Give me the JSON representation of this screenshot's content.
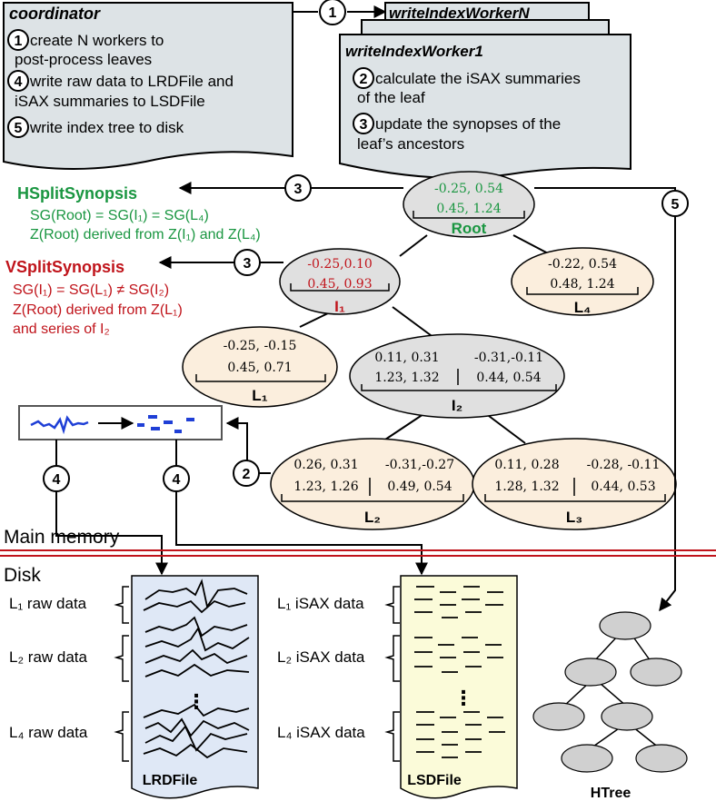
{
  "coordinator": {
    "title": "coordinator",
    "steps": [
      {
        "num": "1",
        "line1": "create N workers to",
        "line2": "post-process leaves"
      },
      {
        "num": "4",
        "line1": "write raw data to LRDFile and",
        "line2": "iSAX summaries to LSDFile"
      },
      {
        "num": "5",
        "line1": "write index tree to disk",
        "line2": ""
      }
    ]
  },
  "worker_n": {
    "title": "writeIndexWorkerN"
  },
  "worker_1": {
    "title": "writeIndexWorker1",
    "steps": [
      {
        "num": "2",
        "line1": "calculate the iSAX summaries",
        "line2": "of the leaf"
      },
      {
        "num": "3",
        "line1": "update the synopses of the",
        "line2": "leaf’s ancestors"
      }
    ]
  },
  "step_markers": {
    "one": "1",
    "two": "2",
    "three": "3",
    "four": "4",
    "five": "5"
  },
  "hsplit": {
    "title": "HSplitSynopsis",
    "line1": "SG(Root) = SG(I₁) = SG(L₄)",
    "line2": "Z(Root) derived from Z(I₁)  and Z(L₄)",
    "color": "#1a9641"
  },
  "vsplit": {
    "title": "VSplitSynopsis",
    "line1": "SG(I₁) = SG(L₁) ≠ SG(I₂)",
    "line2": "Z(Root) derived  from Z(L₁)",
    "line3": "and series of I₂",
    "color": "#c0141b"
  },
  "nodes": {
    "root": {
      "label": "Root",
      "row1": "-0.25, 0.54",
      "row2": "0.45, 1.24",
      "color": "#1a9641"
    },
    "i1": {
      "label": "I₁",
      "row1": "-0.25,0.10",
      "row2": "0.45, 0.93",
      "color": "#c0141b"
    },
    "l4": {
      "label": "L₄",
      "row1": "-0.22, 0.54",
      "row2": "0.48, 1.24"
    },
    "l1": {
      "label": "L₁",
      "row1": "-0.25, -0.15",
      "row2": "0.45, 0.71"
    },
    "i2": {
      "label": "I₂",
      "left1": "0.11, 0.31",
      "right1": "-0.31,-0.11",
      "left2": "1.23, 1.32",
      "right2": "0.44, 0.54"
    },
    "l2": {
      "label": "L₂",
      "left1": "0.26, 0.31",
      "right1": "-0.31,-0.27",
      "left2": "1.23, 1.26",
      "right2": "0.49, 0.54"
    },
    "l3": {
      "label": "L₃",
      "left1": "0.11, 0.28",
      "right1": "-0.28, -0.11",
      "left2": "1.28, 1.32",
      "right2": "0.44, 0.53"
    }
  },
  "memory": {
    "main_label": "Main memory",
    "disk_label": "Disk"
  },
  "disk": {
    "raw_labels": [
      "L₁ raw data",
      "L₂ raw data",
      "L₄ raw data"
    ],
    "isax_labels": [
      "L₁ iSAX data",
      "L₂ iSAX data",
      "L₄ iSAX data"
    ],
    "ellipsis": "⋮",
    "lrd_label": "LRDFile",
    "lsd_label": "LSDFile",
    "htree_label": "HTree"
  },
  "colors": {
    "doc_fill": "#dde3e6",
    "node_grey": "#e0e0e0",
    "leaf_fill": "#fbeedd",
    "lrd_fill": "#dfe8f6",
    "lsd_fill": "#fbfbd9",
    "series_blue": "#1f3fd6",
    "divider_red": "#c0141b"
  }
}
